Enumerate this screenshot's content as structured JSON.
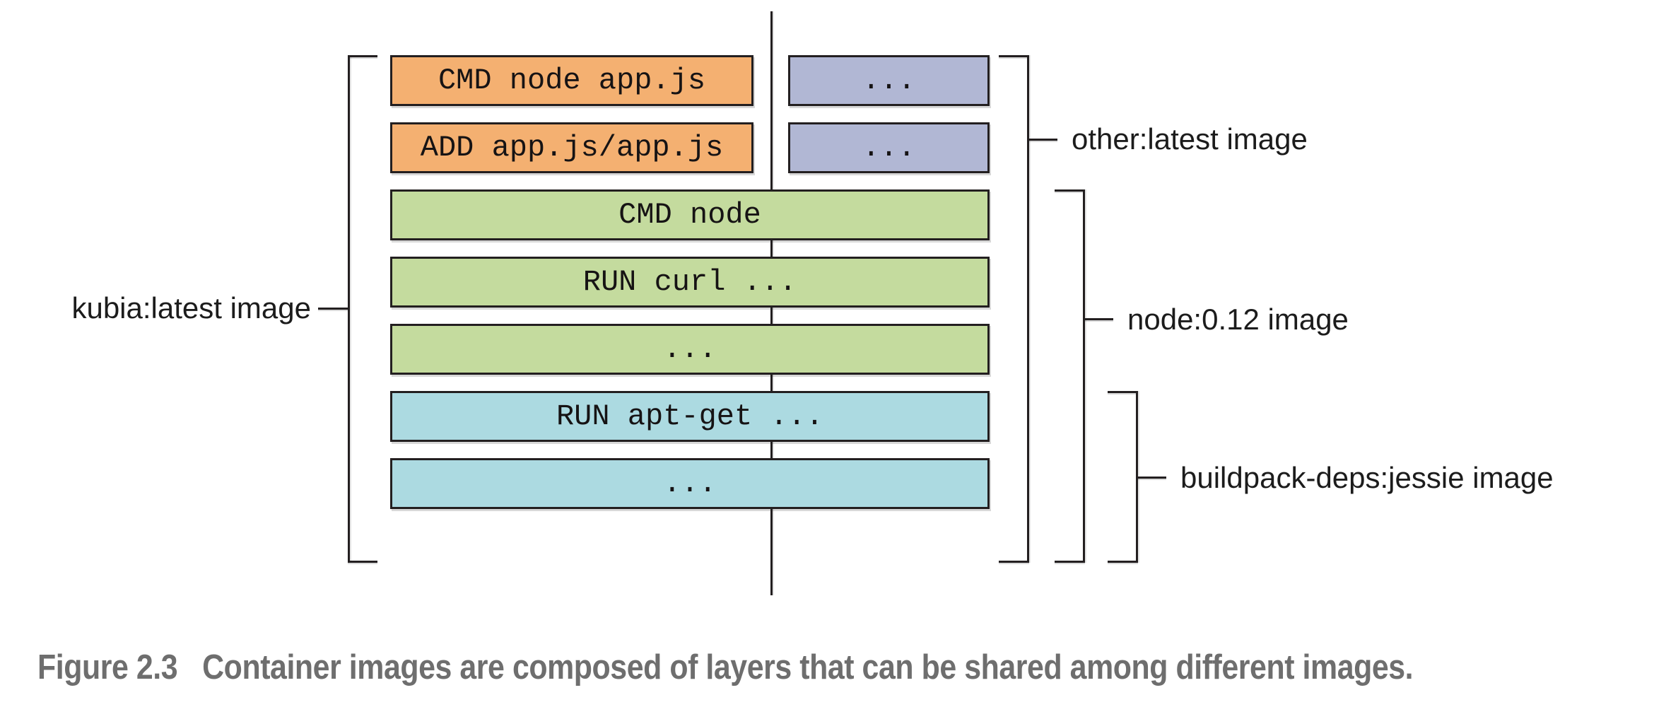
{
  "figure": {
    "layers": [
      {
        "label": "CMD node app.js",
        "color": "orange"
      },
      {
        "label": "...",
        "color": "purple"
      },
      {
        "label": "ADD app.js/app.js",
        "color": "orange"
      },
      {
        "label": "...",
        "color": "purple"
      },
      {
        "label": "CMD node",
        "color": "green"
      },
      {
        "label": "RUN curl ...",
        "color": "green"
      },
      {
        "label": "...",
        "color": "green"
      },
      {
        "label": "RUN apt-get ...",
        "color": "blue"
      },
      {
        "label": "...",
        "color": "blue"
      }
    ],
    "image_labels": {
      "kubia": "kubia:latest image",
      "other": "other:latest image",
      "node": "node:0.12 image",
      "buildpack": "buildpack-deps:jessie image"
    },
    "colors": {
      "layer_orange": "#F4B071",
      "layer_purple": "#B1B7D4",
      "layer_green": "#C4DB9E",
      "layer_blue": "#ACDAE1",
      "line": "#231F20",
      "caption_text": "#6E6E6E"
    }
  },
  "caption": {
    "figure_label": "Figure 2.3",
    "text": "Container images are composed of layers that can be shared among different images."
  }
}
